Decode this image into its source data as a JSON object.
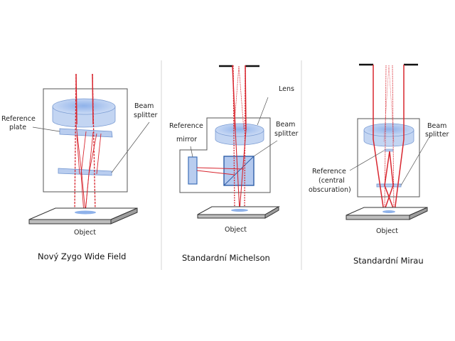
{
  "colors": {
    "beam": "#d8262f",
    "optic_fill": "#b9cdef",
    "optic_stroke": "#6f93cf",
    "housing_stroke": "#555555",
    "object_side": "#b0b0b0",
    "divider": "#d6d6d6",
    "stop": "#111111"
  },
  "panels": [
    {
      "title": "Nový Zygo Wide Field",
      "labels": {
        "reference_line1": "Reference",
        "reference_line2": "plate",
        "beamsplitter_line1": "Beam",
        "beamsplitter_line2": "splitter",
        "object": "Object"
      }
    },
    {
      "title": "Standardní Michelson",
      "labels": {
        "lens": "Lens",
        "reference_line1": "Reference",
        "reference_line2": "mirror",
        "beamsplitter_line1": "Beam",
        "beamsplitter_line2": "splitter",
        "object": "Object"
      }
    },
    {
      "title": "Standardní Mirau",
      "labels": {
        "reference_line1": "Reference",
        "reference_line2": "(central",
        "reference_line3": "obscuration)",
        "beamsplitter_line1": "Beam",
        "beamsplitter_line2": "splitter",
        "object": "Object"
      }
    }
  ]
}
